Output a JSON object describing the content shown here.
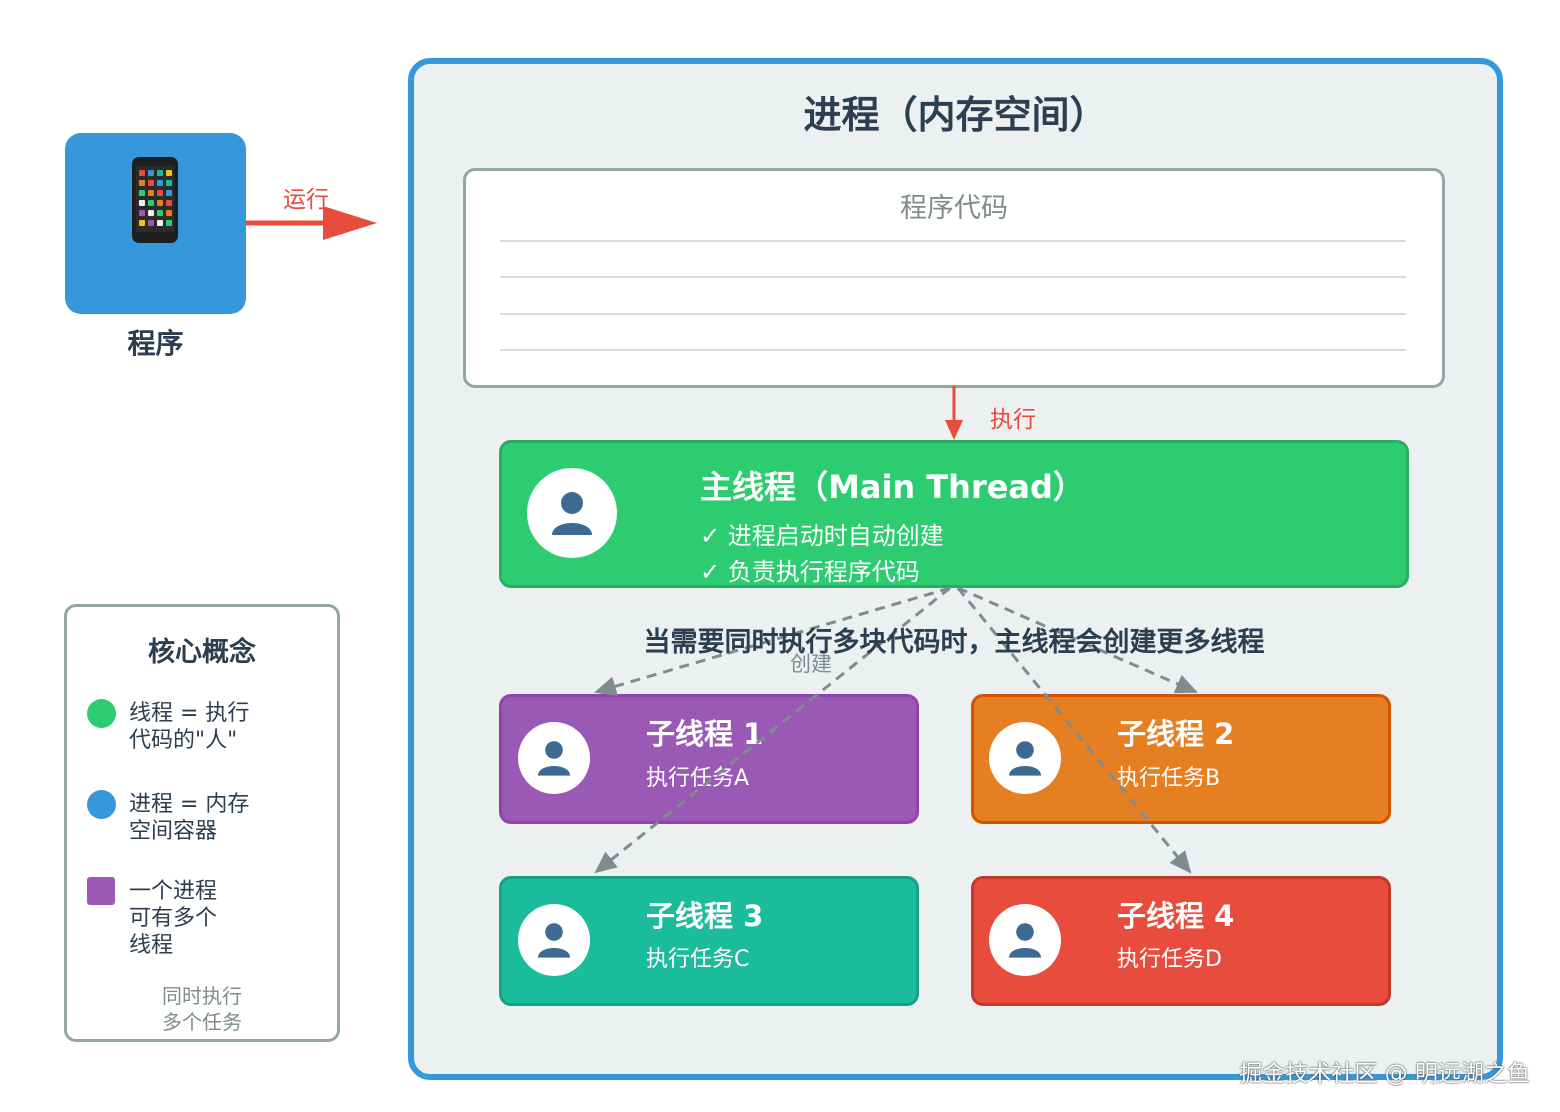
{
  "program": {
    "label": "程序",
    "run_label": "运行",
    "icon": "phone-icon"
  },
  "process": {
    "title": "进程（内存空间）",
    "code_title": "程序代码",
    "exec_label": "执行"
  },
  "main_thread": {
    "title": "主线程（Main Thread）",
    "features": [
      "✓ 进程启动时自动创建",
      "✓ 负责执行程序代码"
    ]
  },
  "create_caption": "当需要同时执行多块代码时，主线程会创建更多线程",
  "create_label": "创建",
  "threads": [
    {
      "title": "子线程 1",
      "task": "执行任务A",
      "color": "#9b59b6",
      "border": "#8e44ad"
    },
    {
      "title": "子线程 2",
      "task": "执行任务B",
      "color": "#e67e22",
      "border": "#d35400"
    },
    {
      "title": "子线程 3",
      "task": "执行任务C",
      "color": "#1abc9c",
      "border": "#16a085"
    },
    {
      "title": "子线程 4",
      "task": "执行任务D",
      "color": "#e74c3c",
      "border": "#c0392b"
    }
  ],
  "legend": {
    "title": "核心概念",
    "items": [
      {
        "text": "线程 = 执行\n代码的\"人\"",
        "color": "#2ecc71",
        "shape": "circle"
      },
      {
        "text": "进程 = 内存\n空间容器",
        "color": "#3498db",
        "shape": "circle"
      },
      {
        "text": "一个进程\n可有多个\n线程",
        "color": "#9b59b6",
        "shape": "square"
      }
    ],
    "note": "同时执行\n多个任务"
  },
  "watermark": "掘金技术社区 @ 明远湖之鱼",
  "colors": {
    "accent_blue": "#3498db",
    "main_green": "#2ecc71",
    "arrow_red": "#e74c3c",
    "dash_gray": "#7f8c8d"
  }
}
